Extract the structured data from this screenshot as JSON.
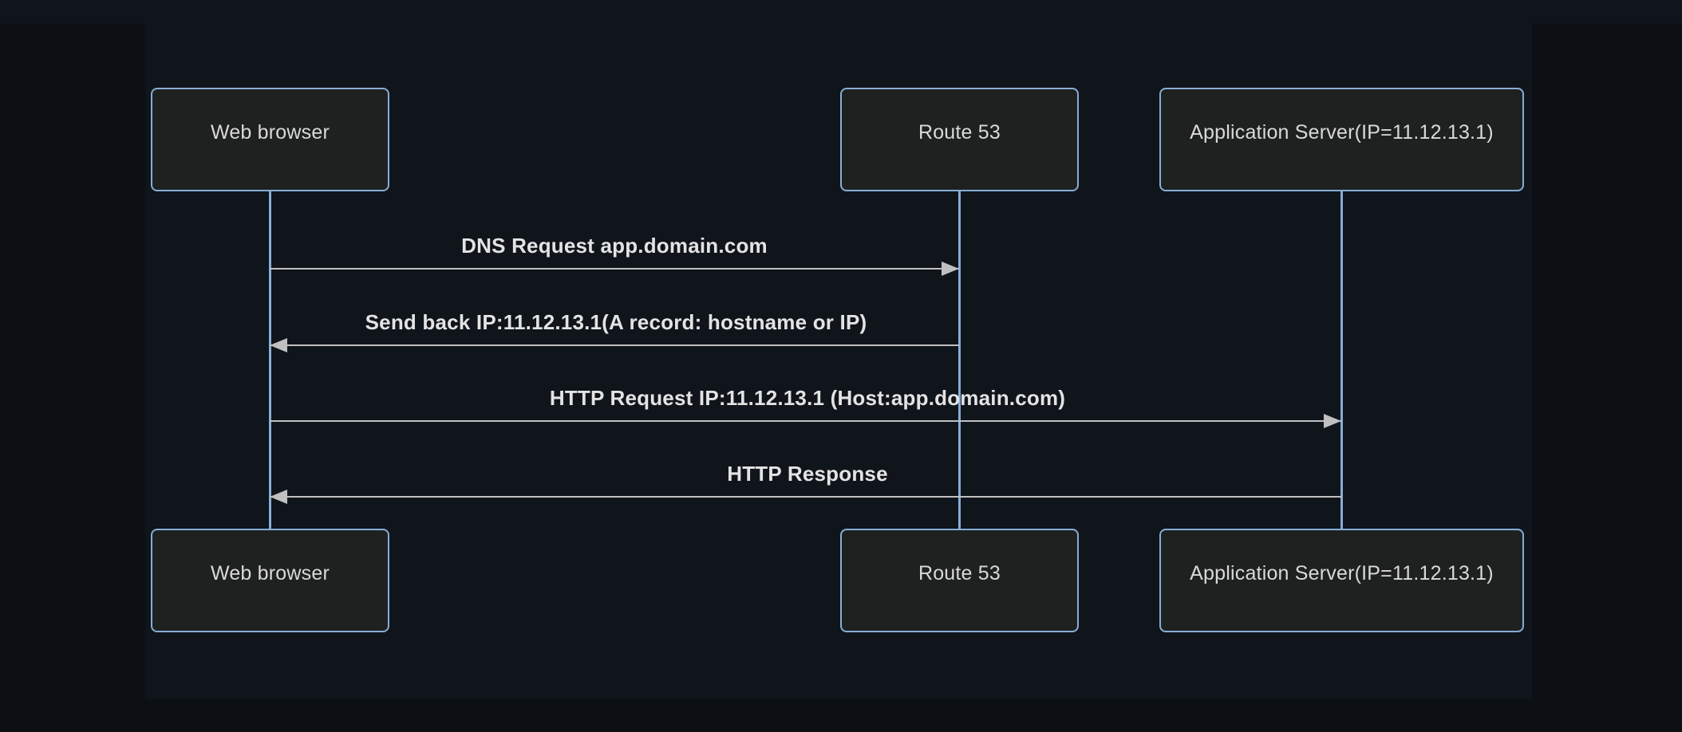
{
  "diagram": {
    "type": "sequence",
    "actors": [
      {
        "id": "web-browser",
        "label": "Web browser"
      },
      {
        "id": "route-53",
        "label": "Route 53"
      },
      {
        "id": "app-server",
        "label": "Application Server(IP=11.12.13.1)"
      }
    ],
    "messages": [
      {
        "label": "DNS Request app.domain.com",
        "from": "web-browser",
        "to": "route-53",
        "direction": "right",
        "line_style": "solid",
        "arrowhead": "filled"
      },
      {
        "label": "Send back IP:11.12.13.1(A record: hostname or IP)",
        "from": "route-53",
        "to": "web-browser",
        "direction": "left",
        "line_style": "solid",
        "arrowhead": "filled"
      },
      {
        "label": "HTTP Request IP:11.12.13.1 (Host:app.domain.com)",
        "from": "web-browser",
        "to": "app-server",
        "direction": "right",
        "line_style": "solid",
        "arrowhead": "filled"
      },
      {
        "label": "HTTP Response",
        "from": "app-server",
        "to": "web-browser",
        "direction": "left",
        "line_style": "solid",
        "arrowhead": "filled"
      }
    ],
    "colors": {
      "page_background": "#0c0f13",
      "canvas_background": "#10141b",
      "actor_fill": "#1f2121",
      "actor_border": "#86aed6",
      "lifeline": "#86aed6",
      "signal_line": "#c0c0c0",
      "message_text": "#e3e3e3",
      "actor_text": "#d9d9d9"
    }
  }
}
